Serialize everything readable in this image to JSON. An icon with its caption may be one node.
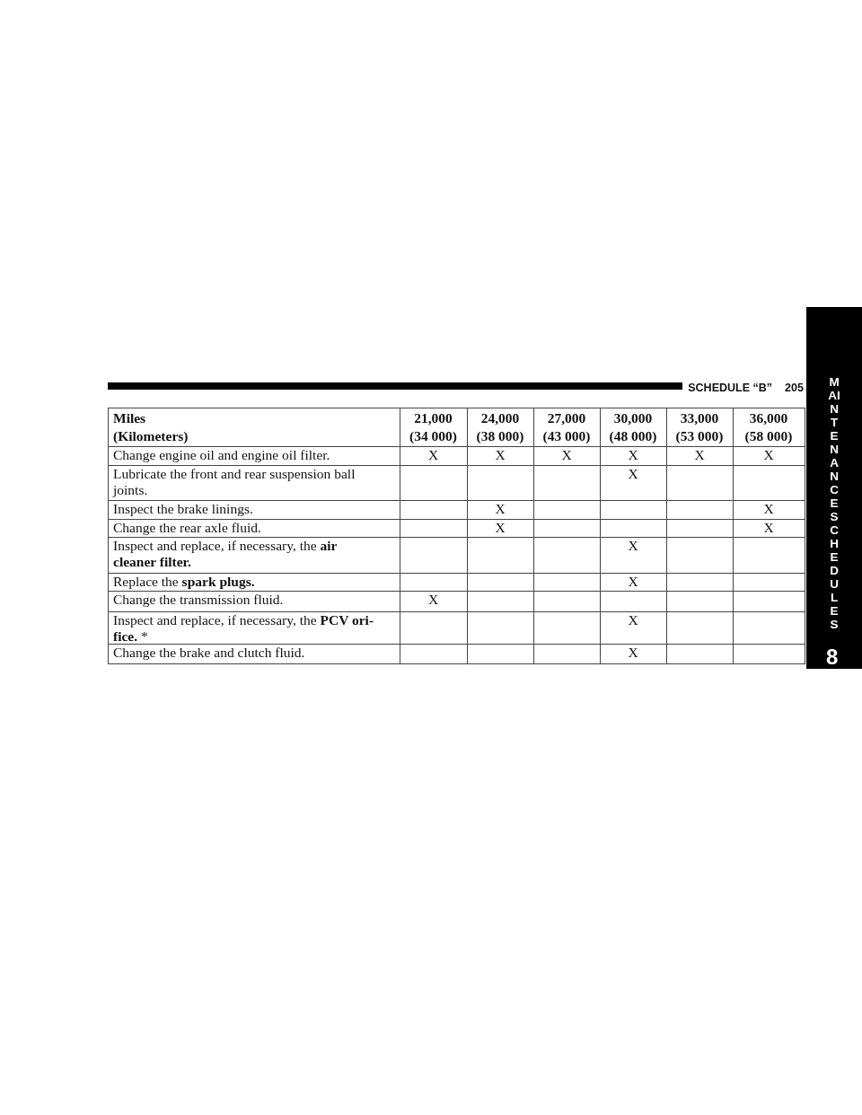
{
  "diagram": {
    "labels": [
      "SCHEDULE “B”",
      "205",
      "Miles",
      "(Kilometers)",
      "21,000",
      "(34 000)",
      "24,000",
      "(38 000)",
      "27,000",
      "(43 000)",
      "30,000",
      "(48 000)",
      "33,000",
      "(53 000)",
      "36,000",
      "(58 000)",
      "Change engine oil and engine oil filter.",
      "X",
      "X",
      "X",
      "X",
      "X",
      "X",
      "Lubricate the front and rear suspension ball joints.",
      "X",
      "Inspect the brake linings.",
      "X",
      "X",
      "Change the rear axle fluid.",
      "X",
      "X",
      "Inspect and replace, if necessary, the **air cleaner filter.**",
      "X",
      "Replace the **spark plugs.**",
      "X",
      "Change the transmission fluid.",
      "X",
      "Inspect and replace, if necessary, the **PCV ori-fice.** *",
      "X",
      "Change the brake and clutch fluid.",
      "X",
      "MAINTENANCE SCHEDULES",
      "8"
    ]
  }
}
